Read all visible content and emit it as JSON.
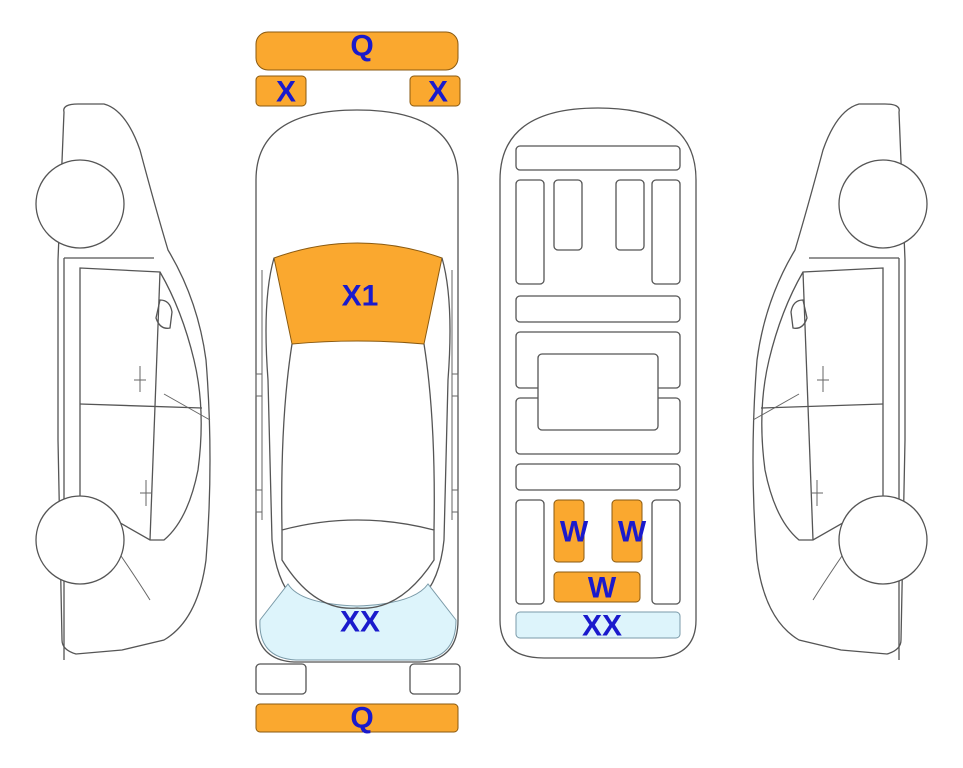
{
  "colors": {
    "zone_orange": "#FAA82F",
    "zone_blue": "#DDF4FB",
    "label_text": "#1A1ACC",
    "outline": "#555555"
  },
  "labels": {
    "front_bumper": "Q",
    "headlight_left": "X",
    "headlight_right": "X",
    "windshield": "X1",
    "rear_window": "XX",
    "rear_bumper": "Q",
    "rear_seat_left": "W",
    "rear_seat_right": "W",
    "rear_seat_bench": "W",
    "trunk_panel": "XX"
  }
}
